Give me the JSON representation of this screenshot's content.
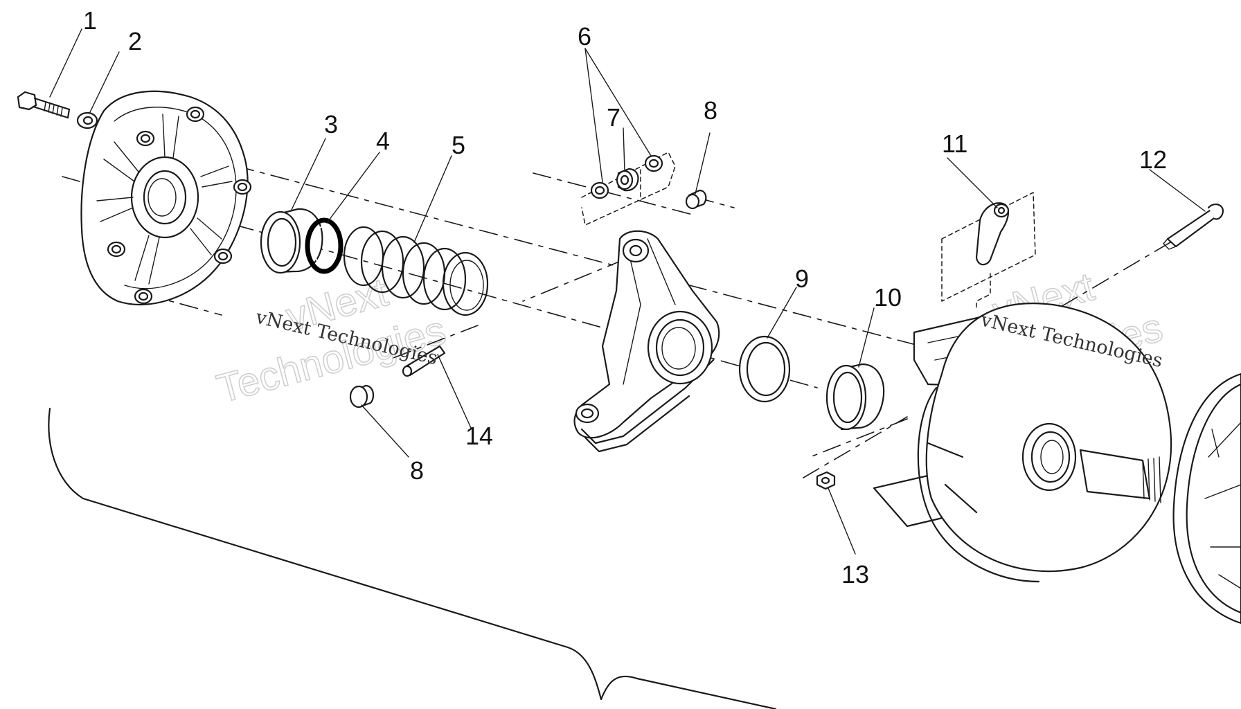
{
  "callouts": [
    "1",
    "2",
    "3",
    "4",
    "5",
    "6",
    "7",
    "8",
    "8",
    "9",
    "10",
    "11",
    "12",
    "13",
    "14"
  ],
  "watermark": {
    "line": "vNext Technologies",
    "outline_top": "vNext",
    "outline_bottom": "Technologies"
  },
  "colors": {
    "line": "#1a1a1a",
    "paper": "#ffffff",
    "watermark_outline": "#cfcfcf"
  }
}
